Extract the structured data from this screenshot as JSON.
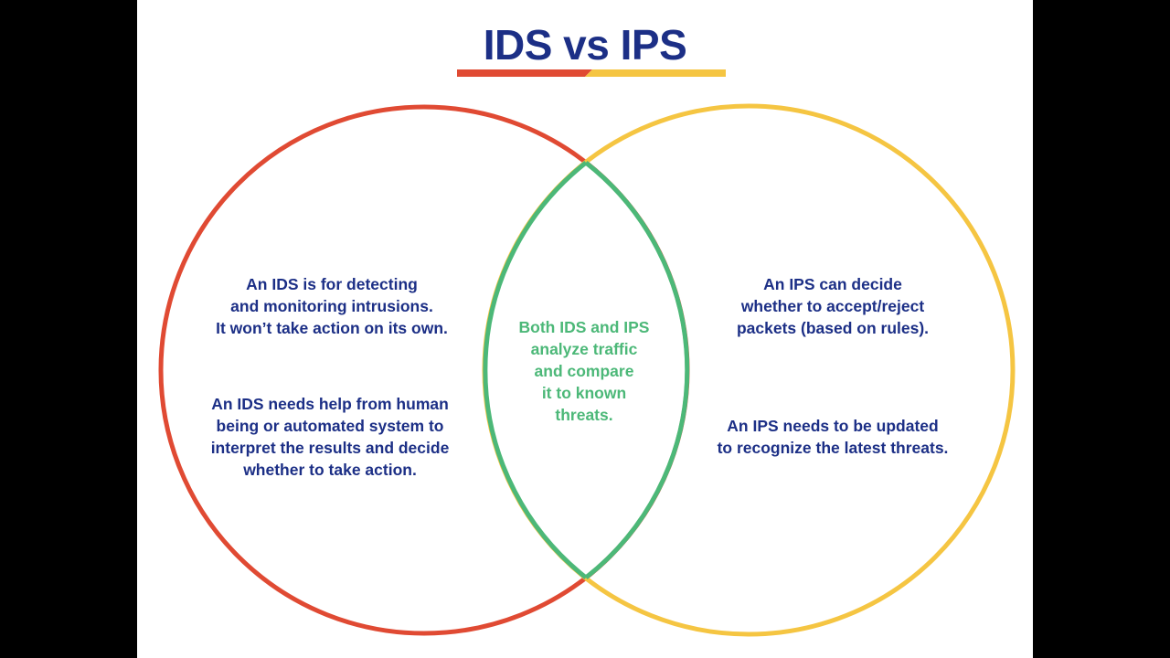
{
  "title": "IDS vs IPS",
  "colors": {
    "ids": "#e04a33",
    "ips": "#f5c542",
    "both": "#4cb878",
    "text": "#1c2f86"
  },
  "ids": {
    "block1": [
      "An IDS is for detecting",
      "and monitoring intrusions.",
      "It won’t take action on its own."
    ],
    "block2": [
      "An IDS needs help from human",
      "being or automated system to",
      "interpret the results and decide",
      "whether to take action."
    ]
  },
  "both": {
    "block": [
      "Both IDS and IPS",
      "analyze traffic",
      "and compare",
      "it to known",
      "threats."
    ]
  },
  "ips": {
    "block1": [
      "An IPS can decide",
      "whether to accept/reject",
      "packets (based on rules)."
    ],
    "block2": [
      "An IPS needs to be updated",
      "to recognize the latest threats."
    ]
  }
}
